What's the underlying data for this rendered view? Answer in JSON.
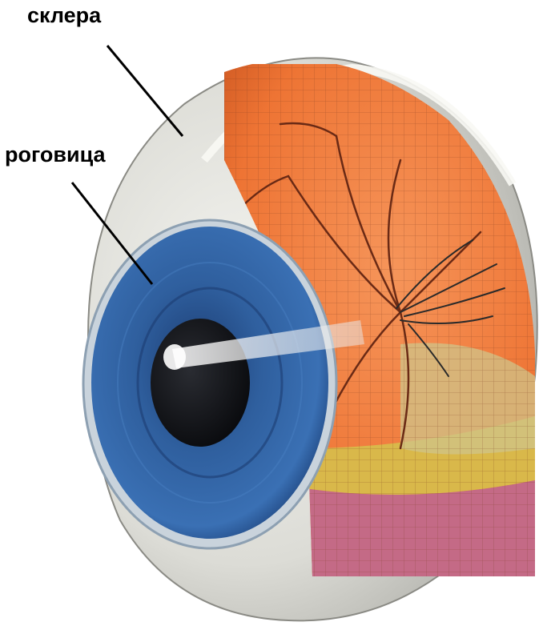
{
  "labels": {
    "sclera": "склера",
    "cornea": "роговица"
  },
  "colors": {
    "background": "#ffffff",
    "sclera": "#dcdcd6",
    "retina": "#f07a3a",
    "iris": "#2f5f9e",
    "pupil": "#0d0f14",
    "choroid_band": "#d9b84a",
    "lower_band": "#c46a86",
    "label_text": "#000000"
  },
  "icons": {
    "eye_diagram": "eyeball-cross-section"
  }
}
